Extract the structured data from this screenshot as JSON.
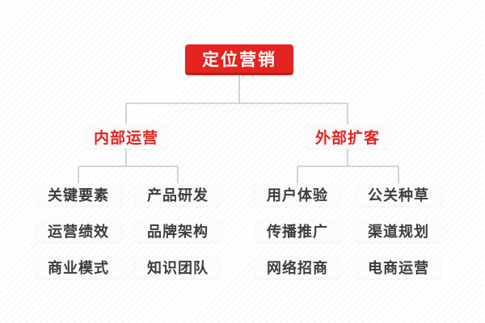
{
  "colors": {
    "accent_red": "#e32420",
    "accent_red_dark": "#bd1a14",
    "leaf_text": "#3d3d3d",
    "node_background": "#fbfbfb",
    "connector_line": "#bdbdbd"
  },
  "tree": {
    "root": {
      "label": "定位营销"
    },
    "branches": [
      {
        "label": "内部运营",
        "children": [
          "关键要素",
          "产品研发",
          "运营绩效",
          "品牌架构",
          "商业模式",
          "知识团队"
        ]
      },
      {
        "label": "外部扩客",
        "children": [
          "用户体验",
          "公关种草",
          "传播推广",
          "渠道规划",
          "网络招商",
          "电商运营"
        ]
      }
    ]
  }
}
